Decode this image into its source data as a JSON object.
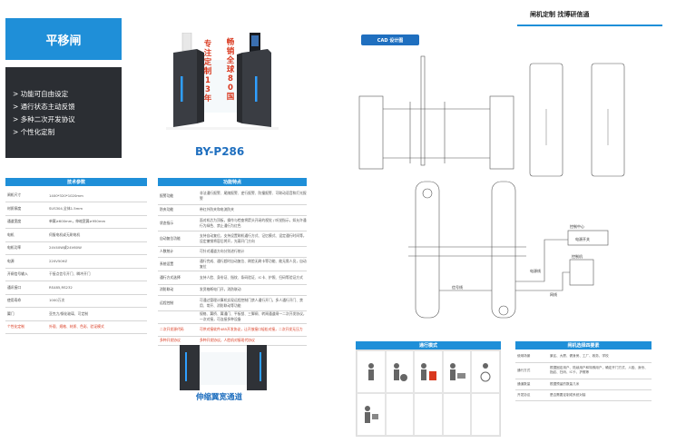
{
  "left": {
    "title": "平移闸",
    "features": [
      "> 功能可自由设定",
      "> 通行状态主动反馈",
      "> 多种二次开发协议",
      "> 个性化定制"
    ],
    "tagline_left": [
      "专",
      "注",
      "定",
      "制",
      "1",
      "3",
      "年"
    ],
    "tagline_right": [
      "畅",
      "销",
      "全",
      "球",
      "8",
      "0",
      "国"
    ],
    "model": "BY-P286",
    "bottom_caption": "伸缩翼宽通道"
  },
  "spec": {
    "head": "技术参数",
    "rows": [
      {
        "k": "闸机尺寸",
        "v": "1400*320*1020mm"
      },
      {
        "k": "材质厚度",
        "v": "SUS304,全体1.5mm"
      },
      {
        "k": "通道宽度",
        "v": "单翼≥600mm，伸缩宽翼≥950mm"
      },
      {
        "k": "电机",
        "v": "伺服电机或无刷电机"
      },
      {
        "k": "电机功率",
        "v": "24V40W或24V60W"
      },
      {
        "k": "电源",
        "v": "220V50HZ"
      },
      {
        "k": "开闸信号输入",
        "v": "干接点信号开门、瞬冲开门"
      },
      {
        "k": "通讯接口",
        "v": "RS485,RS232"
      },
      {
        "k": "使用寿命",
        "v": "1000万次"
      },
      {
        "k": "翼门",
        "v": "亚克力/钢化玻璃、可定制"
      },
      {
        "k": "个性化定制",
        "v": "外观、规格、材质、色彩、验证模式",
        "red": true
      }
    ]
  },
  "func": {
    "head": "功能特点",
    "rows": [
      {
        "k": "报警功能",
        "v": "非法通行报警、尾随报警、逆行报警、防撞报警、可联动语音和灯光报警",
        "h": 17
      },
      {
        "k": "防夹功能",
        "v": "带红外防夹和电流防夹",
        "h": 12
      },
      {
        "k": "状态指示",
        "v": "面对机芯为顶板，操作与检查将箭头开闭的视觉 / 听觉指示，如允许通行为绿色、禁止通行为红色",
        "h": 17
      },
      {
        "k": "自动复位功能",
        "v": "支持自动复位，支持设置刷机通行方式、记忆模式、设定通行时间等，设定撤销将容后将开，光幕开门方向",
        "h": 17
      },
      {
        "k": "人数统计",
        "v": "可针对通道方向分别进行统计",
        "h": 12
      },
      {
        "k": "系统设置",
        "v": "通行完成、通行超时自动复位、刷脸无刷卡等功能、能无需人员，自动复位",
        "h": 15
      },
      {
        "k": "通行方式选择",
        "v": "支持人脸、身份证、指纹、条码验证、IC卡、护照、扫码等验证方式",
        "h": 15
      },
      {
        "k": "消防联动",
        "v": "发资格断电门开，消防联动",
        "h": 12
      },
      {
        "k": "远程控制",
        "v": "可通过管理计算机实现远程控制门禁人通行开门，多人通行开门、禁用、常开、消防联动等功能",
        "h": 17
      },
      {
        "k": "",
        "v": "规格、翼桥、翼通门、平板锁、三脚闸、转闸通道闸一二次开发协议，一次对接，可连接多种设备",
        "h": 14
      },
      {
        "k": "二次开发源代码",
        "v": "可供对接软件485开发协议，让开放接口轻松对接，二次开发无压力",
        "h": 14,
        "red": true
      },
      {
        "k": "多种开发协议",
        "v": "多种开发协议，人脸机对接现代协议",
        "h": 10,
        "red": true
      }
    ]
  },
  "right": {
    "header": "闸机定制 找博研信通",
    "cad_label": "CAD 设计图",
    "drawing_labels": {
      "control_center": "控制中心",
      "power_box": "电源开关",
      "controller": "控制机",
      "power": "电源线",
      "network": "网线",
      "signal": "信号线"
    },
    "mode_head": "通行模式",
    "sel_head": "闸机选择四要素",
    "sel_rows": [
      {
        "k": "使用场景",
        "v": "景区、大厦、健身房、工厂、政务、学校"
      },
      {
        "k": "通行方式",
        "v": "根据固定用户、陆续用户和特殊用户，确定开门方式、人脸、身份、指纹、扫码、IC卡、护照等"
      },
      {
        "k": "通道数量",
        "v": "根据预留的数量几米"
      },
      {
        "k": "开发协议",
        "v": "是否需要定制或系统对接"
      }
    ]
  }
}
